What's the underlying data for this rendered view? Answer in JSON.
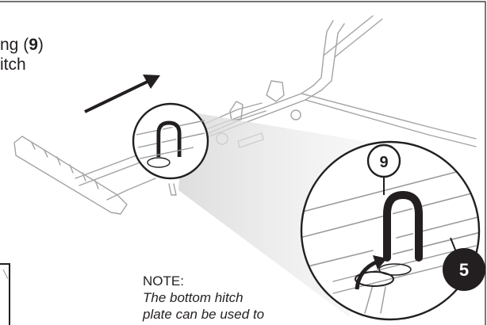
{
  "instruction": {
    "line1_prefix": "ng (",
    "line1_part": "9",
    "line1_suffix": ")",
    "line2": "itch"
  },
  "callouts": {
    "part_9": "9",
    "part_5": "5"
  },
  "note": {
    "heading": "NOTE:",
    "line1": "The bottom hitch",
    "line2": "plate can be used to"
  },
  "colors": {
    "ink": "#231f20",
    "line_art": "#9a9a9a",
    "callout_fill": "#231f20",
    "callout_text_light": "#ffffff"
  }
}
